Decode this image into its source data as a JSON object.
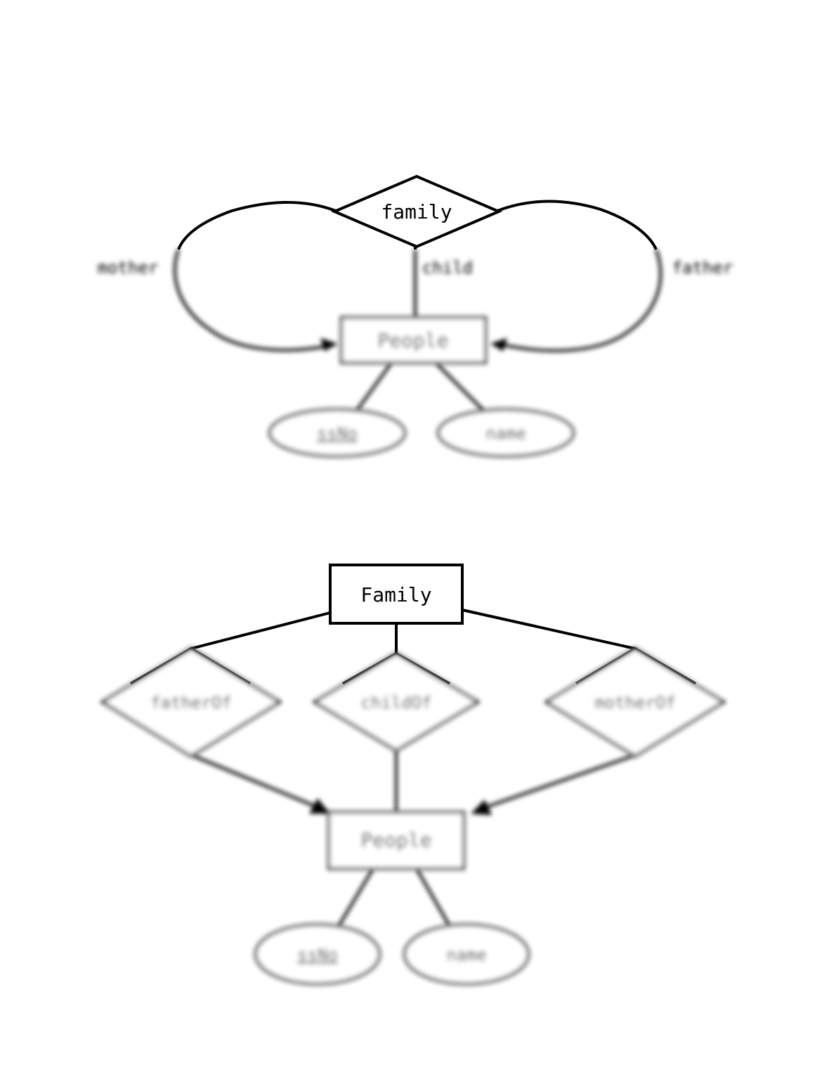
{
  "diagram_top": {
    "relationship": "family",
    "role_left": "mother",
    "role_center": "child",
    "role_right": "father",
    "entity": "People",
    "attr_key": "ssNo",
    "attr_other": "name"
  },
  "diagram_bottom": {
    "entity_top": "Family",
    "rel_left": "fatherOf",
    "rel_center": "childOf",
    "rel_right": "motherOf",
    "entity": "People",
    "attr_key": "ssNo",
    "attr_other": "name"
  }
}
